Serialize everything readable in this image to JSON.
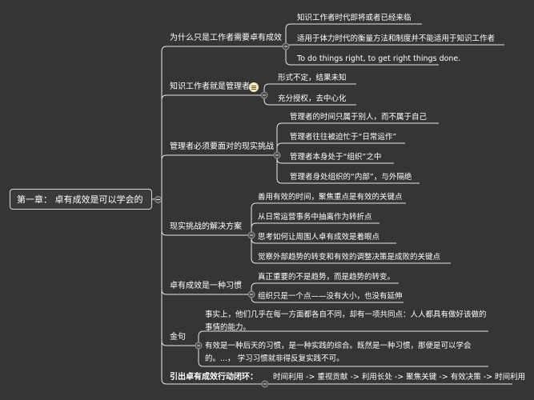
{
  "root": {
    "label": "第一章： 卓有成效是可以学会的"
  },
  "branches": [
    {
      "label": "为什么只是工作者需要卓有成效",
      "children": [
        "知识工作者时代即将或者已经来临",
        "适用于体力时代的衡量方法和制度并不能适用于知识工作者",
        "To do things right, to get right things done."
      ]
    },
    {
      "label": "知识工作者就是管理者",
      "icon": "note-icon",
      "children": [
        "形式不定，结果未知",
        "充分授权，去中心化"
      ]
    },
    {
      "label": "管理者必须要面对的现实挑战",
      "children": [
        "管理者的时间只属于别人，而不属于自己",
        "管理者往往被迫忙于“日常运作”",
        "管理者本身处于“组织”之中",
        "管理者身处组织的“内部”，与外隔绝"
      ]
    },
    {
      "label": "现实挑战的解决方案",
      "children": [
        "善用有效的时间，聚焦重点是有效的关键点",
        "从日常运营事务中抽离作为转折点",
        "思考如何让周围人卓有成效是着眼点",
        "觉察外部趋势的转变和有效的调整决策是成败的关键点"
      ]
    },
    {
      "label": "卓有成效是一种习惯",
      "children": [
        "真正重要的不是趋势，而是趋势的转变。",
        "组织只是一个点——没有大小，也没有延伸"
      ]
    },
    {
      "label": "金句",
      "children": [
        "事实上，他们几乎在每一方面都各自不同，却有一项共同点：人人都具有做好该做的事情的能力。",
        "有效是一种后天的习惯，是一种实践的综合。既然是一种习惯，那便是可以学会的。...， 学习习惯就非得反复实践不可。"
      ]
    },
    {
      "label": "引出卓有成效行动闭环：",
      "children": [
        "时间利用 -> 重视贡献 -> 利用长处 -> 聚焦关键 -> 有效决策 -> 时间利用"
      ]
    }
  ],
  "colors": {
    "background": "#353535",
    "line": "#e8e8e8",
    "text": "#ffffff"
  }
}
